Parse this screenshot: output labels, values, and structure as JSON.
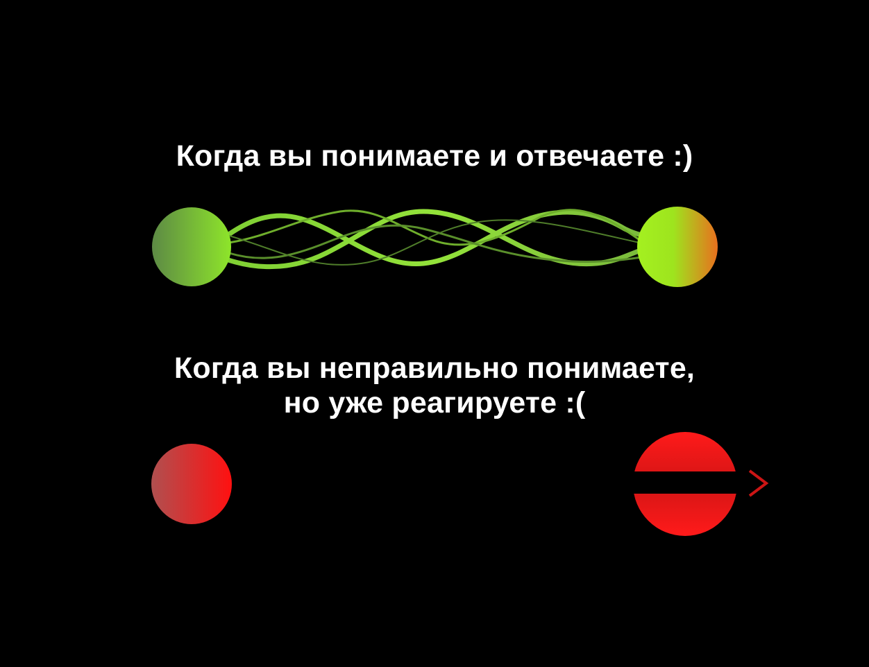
{
  "captions": {
    "understand": "Когда вы понимаете и отвечаете :)",
    "misunderstand_line1": "Когда вы неправильно понимаете,",
    "misunderstand_line2": "но уже реагируете :("
  },
  "colors": {
    "background": "#000000",
    "text": "#ffffff",
    "green": "#8ee52a",
    "green_dark": "#5d8a45",
    "orange": "#e8701e",
    "red": "#ff1010",
    "red_dark": "#a81818",
    "red_muted": "#b05050"
  },
  "icons": {
    "understand_pair": "two-circles-connected-by-intertwined-waves",
    "misunderstand_pair": "arrow-piercing-split-circle"
  }
}
